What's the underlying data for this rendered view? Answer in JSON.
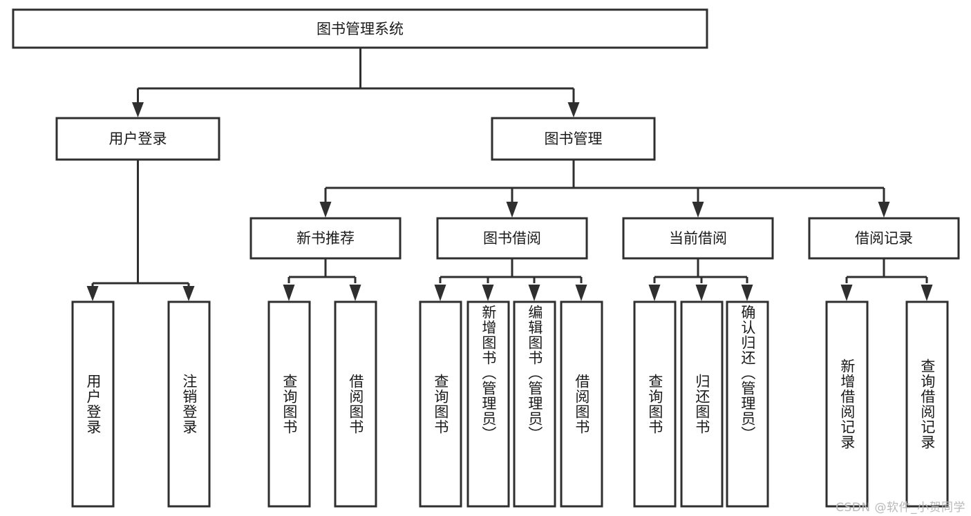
{
  "diagram": {
    "type": "tree-hierarchy",
    "orientation": "top-down",
    "root": {
      "label": "图书管理系统"
    },
    "level2": [
      {
        "label": "用户登录"
      },
      {
        "label": "图书管理"
      }
    ],
    "level3": [
      {
        "label": "新书推荐"
      },
      {
        "label": "图书借阅"
      },
      {
        "label": "当前借阅"
      },
      {
        "label": "借阅记录"
      }
    ],
    "leaves": {
      "user_login": [
        {
          "label": "用户登录"
        },
        {
          "label": "注销登录"
        }
      ],
      "new_book_recommend": [
        {
          "label": "查询图书"
        },
        {
          "label": "借阅图书"
        }
      ],
      "book_borrow": [
        {
          "label": "查询图书"
        },
        {
          "label": "新增图书（管理员）"
        },
        {
          "label": "编辑图书（管理员）"
        },
        {
          "label": "借阅图书"
        }
      ],
      "current_borrow": [
        {
          "label": "查询图书"
        },
        {
          "label": "归还图书"
        },
        {
          "label": "确认归还（管理员）"
        }
      ],
      "borrow_record": [
        {
          "label": "新增借阅记录"
        },
        {
          "label": "查询借阅记录"
        }
      ]
    }
  },
  "watermark": {
    "text": "CSDN @软件_小贺同学"
  },
  "colors": {
    "stroke": "#2f2f2f",
    "fill": "#ffffff",
    "text": "#1a1a1a",
    "watermark": "#b9b9b9"
  }
}
